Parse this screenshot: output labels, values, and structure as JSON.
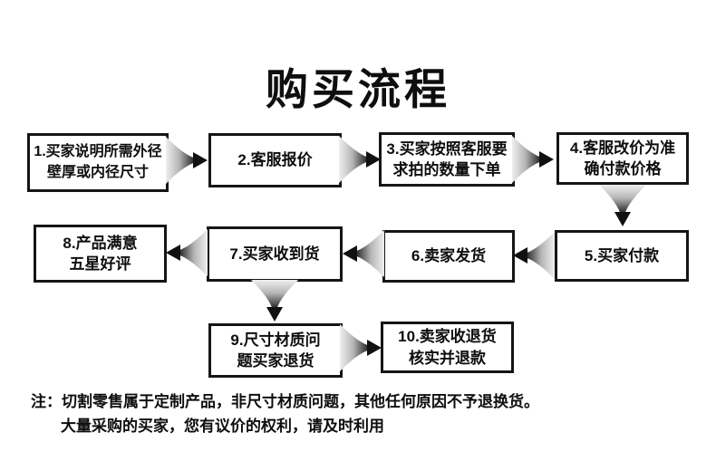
{
  "title": "购买流程",
  "boxes": [
    {
      "id": 1,
      "line1": "1.买家说明所需外径",
      "line2": "壁厚或内径尺寸"
    },
    {
      "id": 2,
      "line1": "2.客服报价",
      "line2": ""
    },
    {
      "id": 3,
      "line1": "3.买家按照客服要",
      "line2": "求拍的数量下单"
    },
    {
      "id": 4,
      "line1": "4.客服改价为准",
      "line2": "确付款价格"
    },
    {
      "id": 5,
      "line1": "5.买家付款",
      "line2": ""
    },
    {
      "id": 6,
      "line1": "6.卖家发货",
      "line2": ""
    },
    {
      "id": 7,
      "line1": "7.买家收到货",
      "line2": ""
    },
    {
      "id": 8,
      "line1": "8.产品满意",
      "line2": "五星好评"
    },
    {
      "id": 9,
      "line1": "9.尺寸材质问",
      "line2": "题买家退货"
    },
    {
      "id": 10,
      "line1": "10.卖家收退货",
      "line2": "核实并退款"
    }
  ],
  "connections": [
    {
      "from": 1,
      "to": 2,
      "direction": "right"
    },
    {
      "from": 2,
      "to": 3,
      "direction": "right"
    },
    {
      "from": 3,
      "to": 4,
      "direction": "right"
    },
    {
      "from": 4,
      "to": 5,
      "direction": "down"
    },
    {
      "from": 5,
      "to": 6,
      "direction": "left"
    },
    {
      "from": 6,
      "to": 7,
      "direction": "left"
    },
    {
      "from": 7,
      "to": 8,
      "direction": "left"
    },
    {
      "from": 7,
      "to": 9,
      "direction": "down"
    },
    {
      "from": 9,
      "to": 10,
      "direction": "right"
    }
  ],
  "note": {
    "line1": "注：切割零售属于定制产品，非尺寸材质问题，其他任何原因不予退换货。",
    "line2": "大量采购的买家，您有议价的权利，请及时利用"
  },
  "colors": {
    "ink": "#111111",
    "background": "#ffffff",
    "arrow_gradient_start": "#ededed",
    "arrow_gradient_mid": "#a8a8a8",
    "arrow_gradient_end": "#111111"
  }
}
